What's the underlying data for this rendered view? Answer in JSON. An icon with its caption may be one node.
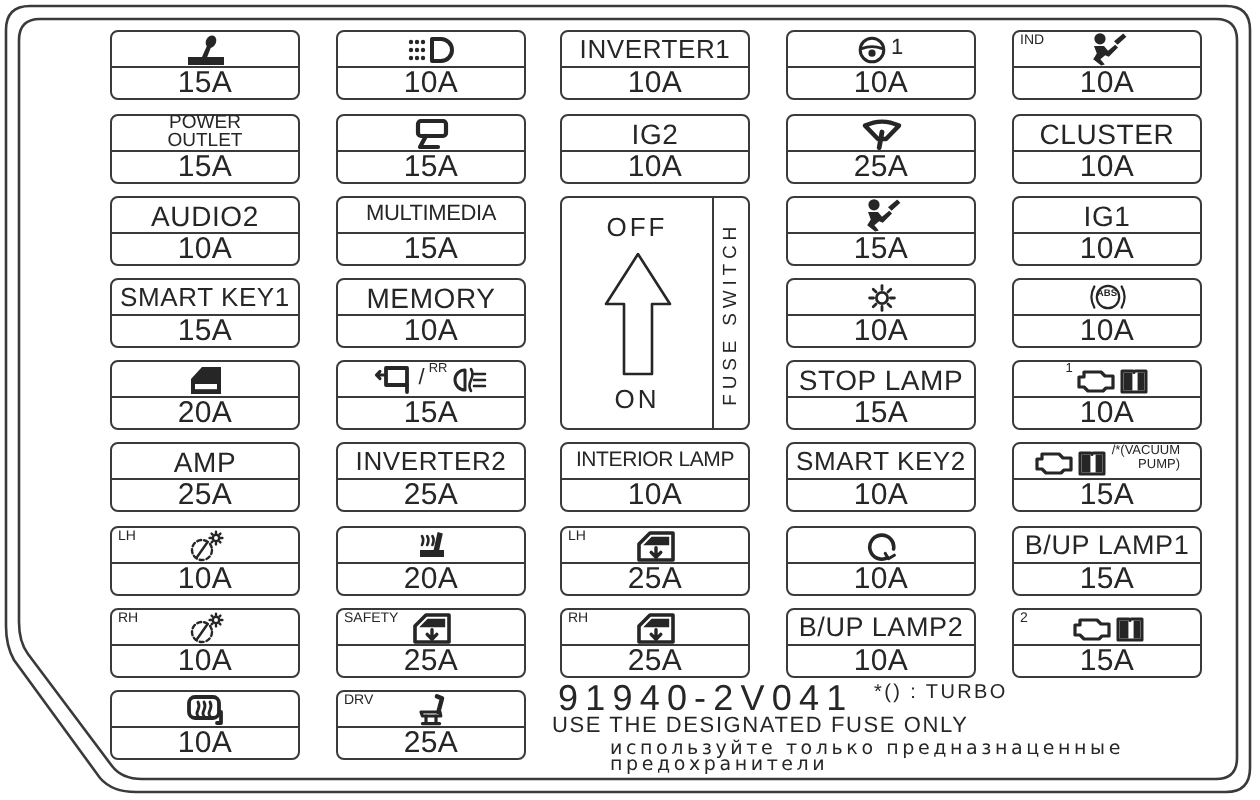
{
  "diagram": {
    "nodes": [
      {
        "text": [
          "15A"
        ]
      },
      {
        "text": [
          "10A"
        ]
      },
      {
        "text": [
          "INVERTER1",
          "10A"
        ]
      },
      {
        "text": [
          "1",
          "10A"
        ]
      },
      {
        "text": [
          "IND",
          "10A"
        ]
      },
      {
        "text": [
          "POWER OUTLET",
          "15A"
        ]
      },
      {
        "text": [
          "15A"
        ]
      },
      {
        "text": [
          "IG2",
          "10A"
        ]
      },
      {
        "text": [
          "25A"
        ]
      },
      {
        "text": [
          "CLUSTER",
          "10A"
        ]
      },
      {
        "text": [
          "AUDIO2",
          "10A"
        ]
      },
      {
        "text": [
          "MULTIMEDIA",
          "15A"
        ]
      },
      {
        "text": [
          "OFF",
          "ON",
          "FUSE SWITCH"
        ]
      },
      {
        "text": [
          "15A"
        ]
      },
      {
        "text": [
          "IG1",
          "10A"
        ]
      },
      {
        "text": [
          "SMART KEY1",
          "15A"
        ]
      },
      {
        "text": [
          "MEMORY",
          "10A"
        ]
      },
      {
        "text": [
          "10A"
        ]
      },
      {
        "text": [
          "ABS",
          "10A"
        ]
      },
      {
        "text": [
          "20A"
        ]
      },
      {
        "text": [
          "/",
          "RR",
          "15A"
        ]
      },
      {
        "text": [
          "STOP LAMP",
          "15A"
        ]
      },
      {
        "text": [
          "1",
          "10A"
        ]
      },
      {
        "text": [
          "AMP",
          "25A"
        ]
      },
      {
        "text": [
          "INVERTER2",
          "25A"
        ]
      },
      {
        "text": [
          "INTERIOR LAMP",
          "10A"
        ]
      },
      {
        "text": [
          "SMART KEY2",
          "10A"
        ]
      },
      {
        "text": [
          "/*(VACUUM PUMP)",
          "15A"
        ]
      },
      {
        "text": [
          "LH",
          "10A"
        ]
      },
      {
        "text": [
          "20A"
        ]
      },
      {
        "text": [
          "LH",
          "25A"
        ]
      },
      {
        "text": [
          "10A"
        ]
      },
      {
        "text": [
          "B/UP LAMP1",
          "15A"
        ]
      },
      {
        "text": [
          "RH",
          "10A"
        ]
      },
      {
        "text": [
          "SAFETY",
          "25A"
        ]
      },
      {
        "text": [
          "RH",
          "25A"
        ]
      },
      {
        "text": [
          "B/UP LAMP2",
          "10A"
        ]
      },
      {
        "text": [
          "2",
          "15A"
        ]
      },
      {
        "text": [
          "10A"
        ]
      },
      {
        "text": [
          "DRV",
          "25A"
        ]
      }
    ],
    "labels": [
      "91940-2V041",
      "*() : TURBO",
      "USE THE DESIGNATED FUSE ONLY",
      "используйте только предназнаценные предохранители"
    ]
  }
}
